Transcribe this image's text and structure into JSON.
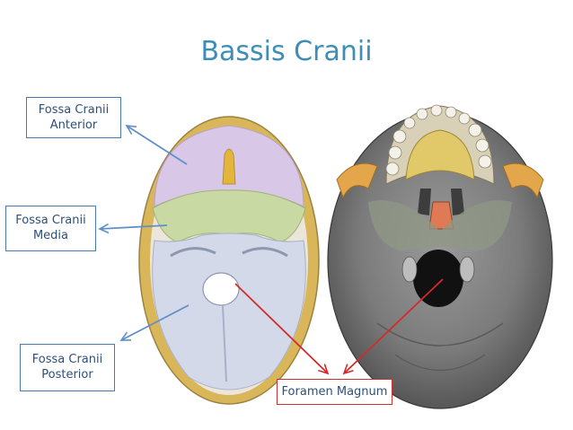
{
  "slide": {
    "title": "Bassis Cranii"
  },
  "labels": {
    "anterior": "Fossa Cranii\nAnterior",
    "media": "Fossa Cranii\nMedia",
    "posterior": "Fossa Cranii\nPosterior",
    "foramen": "Foramen Magnum"
  },
  "colors": {
    "title": "#3d8db5",
    "label_border_blue": "#4a7ab5",
    "label_border_red": "#d23030",
    "arrow_blue": "#5f8fc8",
    "arrow_red": "#d22b2b",
    "fossa_anterior": "#d8c7e6",
    "fossa_media": "#c9d9a3",
    "fossa_posterior": "#d4d9ea",
    "skull_rim": "#d9b65a"
  }
}
